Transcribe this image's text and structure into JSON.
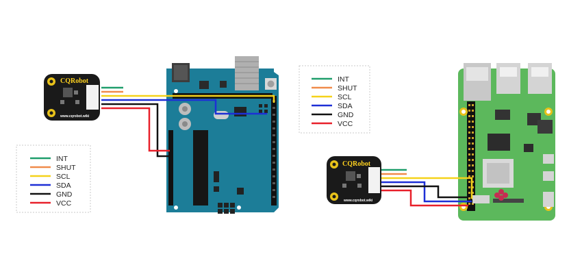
{
  "legend": {
    "items": [
      {
        "label": "INT",
        "color": "#1f9e6b"
      },
      {
        "label": "SHUT",
        "color": "#f08b4a"
      },
      {
        "label": "SCL",
        "color": "#f5d21a"
      },
      {
        "label": "SDA",
        "color": "#1d2fd6"
      },
      {
        "label": "GND",
        "color": "#111111"
      },
      {
        "label": "VCC",
        "color": "#e8202a"
      }
    ]
  },
  "modules": {
    "brand": "CQRobot",
    "website": "www.cqrobot.wiki"
  },
  "colors": {
    "arduino_board": "#1c7d98",
    "pi_board": "#5cb85c",
    "module_board": "#1a1a1a",
    "gold_pad": "#e8c21a"
  }
}
